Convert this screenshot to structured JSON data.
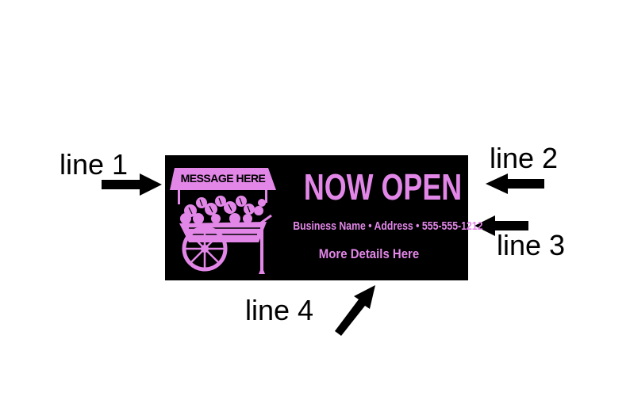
{
  "callouts": {
    "line1": "line 1",
    "line2": "line 2",
    "line3": "line 3",
    "line4": "line 4"
  },
  "sign": {
    "message": "MESSAGE HERE",
    "headline": "NOW OPEN",
    "business_line": "Business Name • Address • 555-555-1212",
    "details_line": "More Details Here",
    "background_color": "#000000",
    "text_color": "#e287e8",
    "graphic": "flower-cart-icon"
  }
}
